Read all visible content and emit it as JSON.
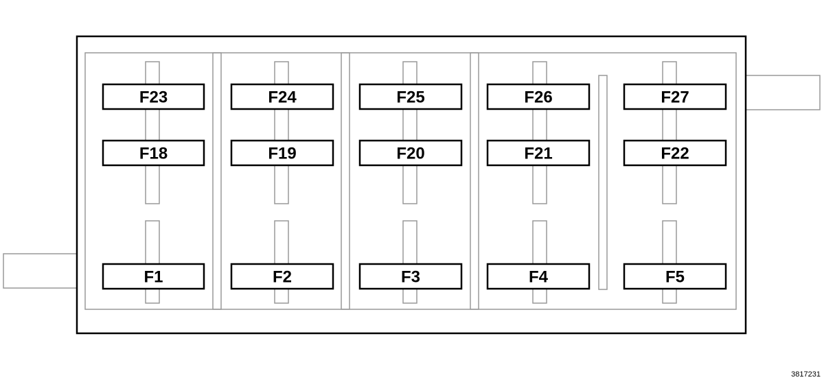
{
  "fuses": {
    "f23": "F23",
    "f24": "F24",
    "f25": "F25",
    "f26": "F26",
    "f27": "F27",
    "f18": "F18",
    "f19": "F19",
    "f20": "F20",
    "f21": "F21",
    "f22": "F22",
    "f1": "F1",
    "f2": "F2",
    "f3": "F3",
    "f4": "F4",
    "f5": "F5"
  },
  "reference_number": "3817231"
}
